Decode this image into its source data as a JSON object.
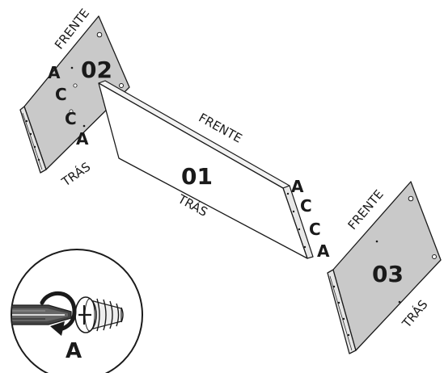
{
  "side_labels": {
    "front": "FRENTE",
    "back": "TRÁS"
  },
  "panels": {
    "left": {
      "number": "02"
    },
    "center": {
      "number": "01"
    },
    "right": {
      "number": "03"
    }
  },
  "hardware": {
    "a": "A",
    "c": "C"
  },
  "detail": {
    "label": "A"
  },
  "colors": {
    "side_panel_fill": "#c9c9c9",
    "center_panel_fill": "#ffffff",
    "outline": "#1a1a1a"
  }
}
